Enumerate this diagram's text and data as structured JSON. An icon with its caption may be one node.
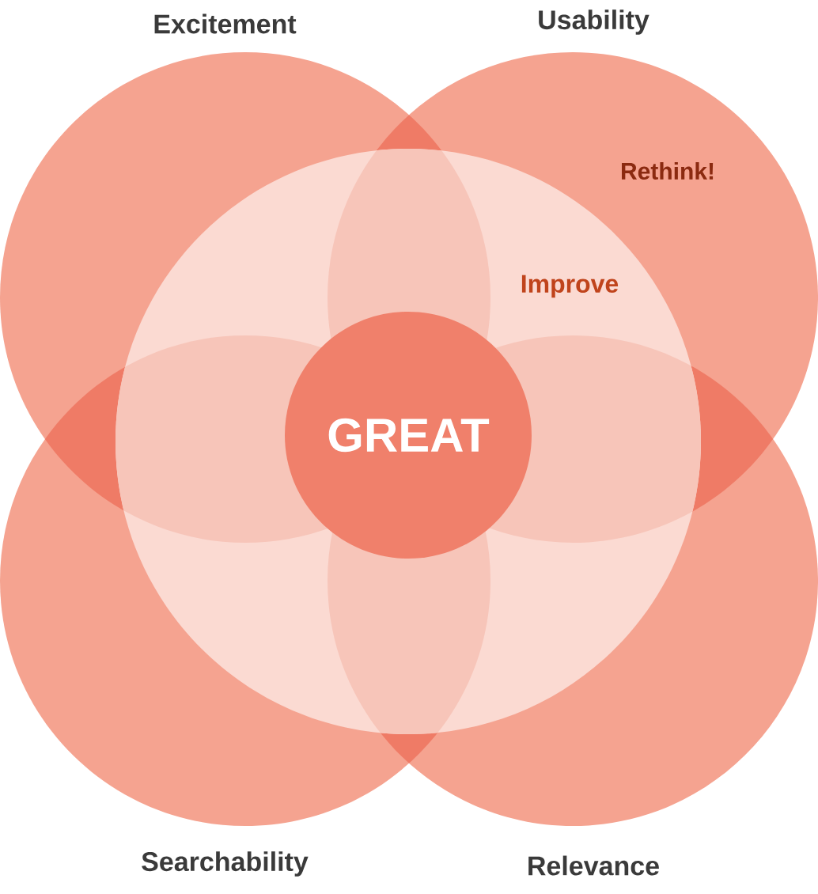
{
  "diagram": {
    "labels": [
      "Excitement",
      "Usability",
      "Rethink!",
      "Improve",
      "GREAT",
      "Searchability",
      "Relevance"
    ]
  }
}
